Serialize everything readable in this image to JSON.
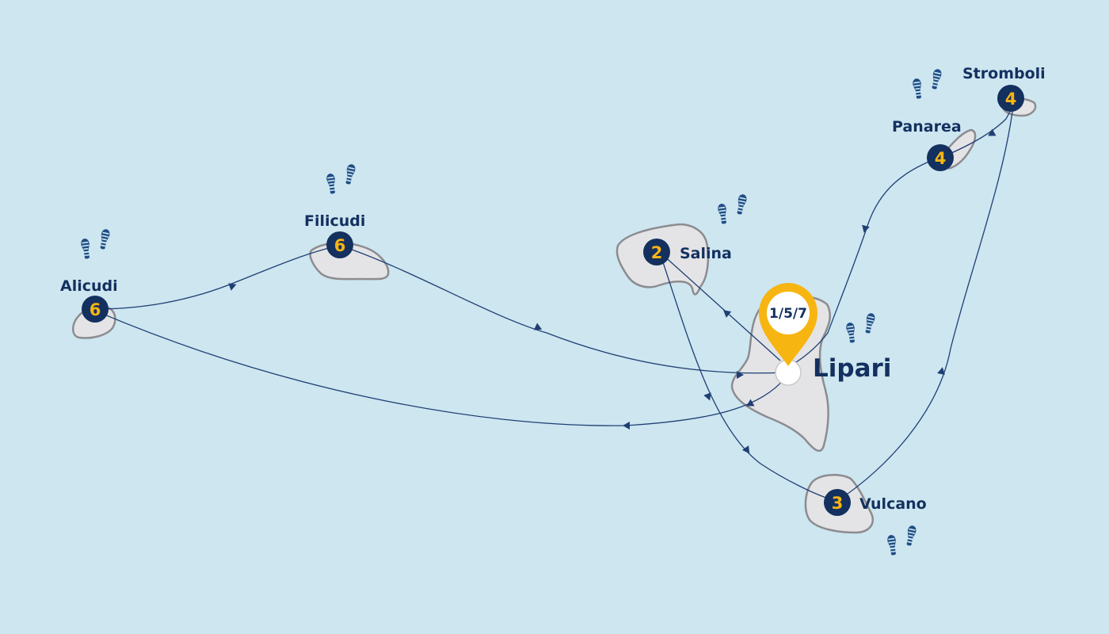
{
  "map": {
    "start_pin": {
      "label": "1/5/7",
      "color": "#f7b512"
    },
    "colors": {
      "sea": "#cde6f0",
      "island": "#e4e4e6",
      "marker": "#13305f",
      "marker_number": "#f7b512",
      "route": "#1f3f73"
    },
    "islands": [
      {
        "name": "Lipari",
        "days": "1/5/7",
        "icon": "map-pin-icon"
      },
      {
        "name": "Salina",
        "days": "2",
        "hiking": true
      },
      {
        "name": "Vulcano",
        "days": "3",
        "hiking": true
      },
      {
        "name": "Panarea",
        "days": "4",
        "hiking": true
      },
      {
        "name": "Stromboli",
        "days": "4",
        "hiking": false
      },
      {
        "name": "Filicudi",
        "days": "6",
        "hiking": true
      },
      {
        "name": "Alicudi",
        "days": "6",
        "hiking": true
      }
    ],
    "hiking_icon": "footprints-icon"
  }
}
